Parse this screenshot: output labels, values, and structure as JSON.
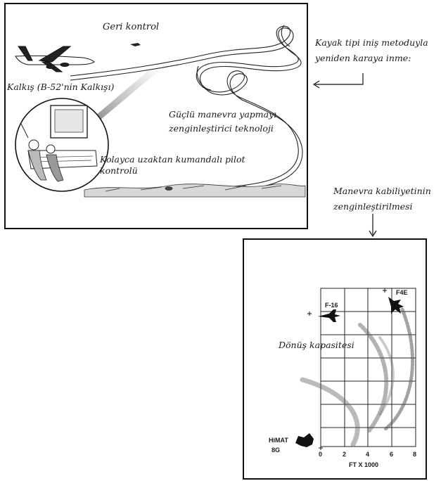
{
  "top_panel": {
    "geri_kontrol": "Geri kontrol",
    "kalkis": "Kalkış (B-52'nin Kalkışı)",
    "guclu_line1": "Güçlü manevra yapmayı",
    "guclu_line2": "zenginleştirici teknoloji",
    "kolayca_line1": "Kolayca uzaktan kumandalı pilot",
    "kolayca_line2": "kontrolü"
  },
  "right_notes": {
    "kayak_line1": "Kayak tipi iniş metoduyla",
    "kayak_line2": "yeniden karaya inme:",
    "manevra_line1": "Manevra kabiliyetinin",
    "manevra_line2": "zenginleştirilmesi"
  },
  "bottom_panel": {
    "donus": "Dönüş kapasitesi",
    "f16": "F-16",
    "f4e": "F4E",
    "himat_line1": "HiMAT",
    "himat_line2": "8G",
    "axis_label": "FT X 1000",
    "ticks": [
      "0",
      "2",
      "4",
      "6",
      "8"
    ]
  }
}
